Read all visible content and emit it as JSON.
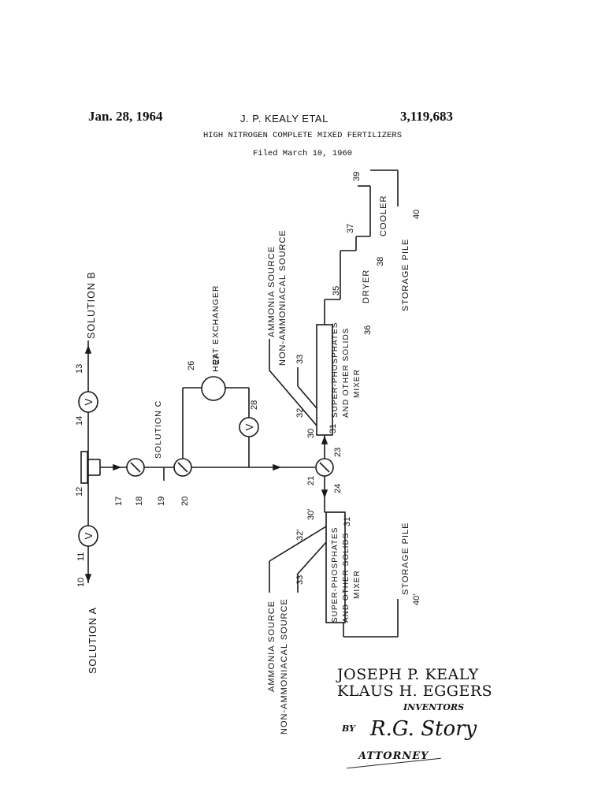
{
  "header": {
    "date": "Jan. 28, 1964",
    "inventors_short": "J. P. KEALY ETAL",
    "patent_number": "3,119,683",
    "title": "HIGH NITROGEN COMPLETE MIXED FERTILIZERS",
    "filed": "Filed March 10, 1960"
  },
  "labels": {
    "solution_a": "SOLUTION A",
    "solution_b": "SOLUTION B",
    "solution_c": "SOLUTION C",
    "heat_exchanger": "HEAT EXCHANGER",
    "ammonia_source": "AMMONIA SOURCE",
    "non_ammoniacal_source": "NON-AMMONIACAL SOURCE",
    "superphosphates": "SUPER-PHOSPHATES",
    "other_solids": "AND OTHER SOLIDS",
    "mixer": "MIXER",
    "dryer": "DRYER",
    "cooler": "COOLER",
    "storage_pile": "STORAGE PILE",
    "valve": "V"
  },
  "ref_numerals": {
    "n10": "10",
    "n11": "11",
    "n12": "12",
    "n13": "13",
    "n14": "14",
    "n17": "17",
    "n18": "18",
    "n19": "19",
    "n20": "20",
    "n21": "21",
    "n23": "23",
    "n24": "24",
    "n26": "26",
    "n27": "27",
    "n28": "28",
    "n30": "30",
    "n30p": "30'",
    "n31": "31",
    "n31p": "31'",
    "n32": "32",
    "n32p": "32'",
    "n33": "33",
    "n33p": "33'",
    "n35": "35",
    "n36": "36",
    "n37": "37",
    "n38": "38",
    "n39": "39",
    "n40": "40",
    "n40p": "40'"
  },
  "signature": {
    "inventor_1": "JOSEPH P. KEALY",
    "inventor_2": "KLAUS H. EGGERS",
    "inventors_label": "INVENTORS",
    "by": "BY",
    "attorney_signature": "R.G. Story",
    "attorney_label": "ATTORNEY"
  }
}
